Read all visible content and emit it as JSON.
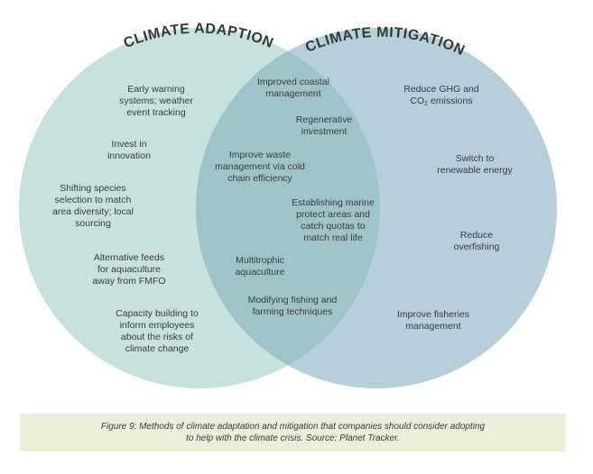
{
  "colors": {
    "adaptation_circle": "#c6e1de",
    "mitigation_circle": "#b6cfd9",
    "overlap": "#9fc4c7",
    "caption_bg": "#eeeedc",
    "title_text": "#2f3b3a"
  },
  "diagram": {
    "type": "venn",
    "sets": [
      {
        "title": "CLIMATE ADAPTION",
        "items": [
          {
            "lines": [
              "Early warning",
              "systems; weather",
              "event tracking"
            ]
          },
          {
            "lines": [
              "Invest in",
              "innovation"
            ]
          },
          {
            "lines": [
              "Shifting species",
              "selection to match",
              "area diversity; local",
              "sourcing"
            ]
          },
          {
            "lines": [
              "Alternative feeds",
              "for aquaculture",
              "away from FMFO"
            ]
          },
          {
            "lines": [
              "Capacity building to",
              "inform employees",
              "about the risks of",
              "climate change"
            ]
          }
        ]
      },
      {
        "title": "CLIMATE MITIGATION",
        "items": [
          {
            "lines": [
              "Reduce GHG and",
              "CO2 emissions"
            ]
          },
          {
            "lines": [
              "Switch to",
              "renewable energy"
            ]
          },
          {
            "lines": [
              "Reduce",
              "overfishing"
            ]
          },
          {
            "lines": [
              "Improve fisheries",
              "management"
            ]
          }
        ]
      }
    ],
    "overlap_items": [
      {
        "lines": [
          "Improved coastal",
          "management"
        ]
      },
      {
        "lines": [
          "Regenerative",
          "investment"
        ]
      },
      {
        "lines": [
          "Improve waste",
          "management via cold",
          "chain efficiency"
        ]
      },
      {
        "lines": [
          "Establishing marine",
          "protect areas and",
          "catch quotas to",
          "match real life"
        ]
      },
      {
        "lines": [
          "Multitrophic",
          "aquaculture"
        ]
      },
      {
        "lines": [
          "Modifying fishing and",
          "farming techniques"
        ]
      }
    ]
  },
  "caption": {
    "line1": "Figure 9: Methods of climate adaptation and mitigation that companies should consider adopting",
    "line2": "to help with the climate crisis.  Source: Planet Tracker."
  }
}
